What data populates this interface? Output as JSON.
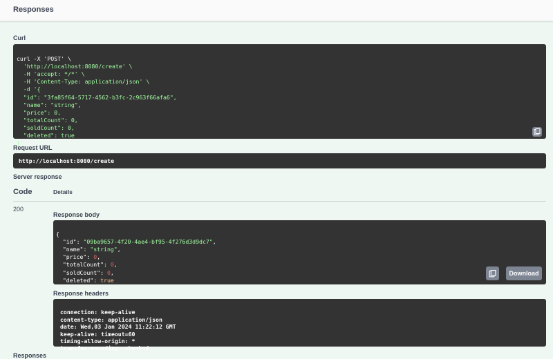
{
  "header": {
    "title": "Responses"
  },
  "curl": {
    "label": "Curl",
    "lines": [
      "curl -X 'POST' \\",
      "  'http://localhost:8080/create' \\",
      "  -H 'accept: */*' \\",
      "  -H 'Content-Type: application/json' \\",
      "  -d '{",
      "  \"id\": \"3fa85f64-5717-4562-b3fc-2c963f66afa6\",",
      "  \"name\": \"string\",",
      "  \"price\": 0,",
      "  \"totalCount\": 0,",
      "  \"soldCount\": 0,",
      "  \"deleted\": true",
      "}'"
    ]
  },
  "request_url": {
    "label": "Request URL",
    "value": "http://localhost:8080/create"
  },
  "server_response": {
    "label": "Server response",
    "code_header": "Code",
    "details_header": "Details",
    "status_code": "200",
    "body_label": "Response body",
    "body": {
      "open": "{",
      "id_key": "\"id\"",
      "id_value": "\"09ba9657-4f20-4ae4-bf95-4f276d3d9dc7\"",
      "name_key": "\"name\"",
      "name_value": "\"string\"",
      "price_key": "\"price\"",
      "price_value": "0",
      "total_key": "\"totalCount\"",
      "total_value": "0",
      "sold_key": "\"soldCount\"",
      "sold_value": "0",
      "deleted_key": "\"deleted\"",
      "deleted_value": "true",
      "close": "}"
    },
    "download_label": "Download",
    "headers_label": "Response headers",
    "headers": [
      "connection: keep-alive",
      "content-type: application/json",
      "date: Wed,03 Jan 2024 11:22:12 GMT",
      "keep-alive: timeout=60",
      "timing-allow-origin: *",
      "transfer-encoding: chunked"
    ]
  },
  "footer": {
    "label": "Responses"
  },
  "icons": {
    "copy": "clipboard-icon"
  }
}
